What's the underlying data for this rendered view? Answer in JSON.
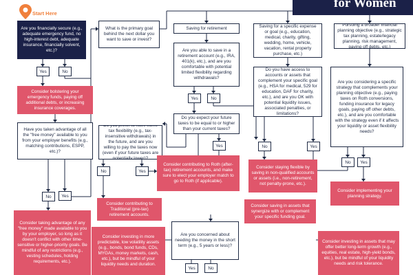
{
  "header": {
    "title_fragment": "for Women"
  },
  "start": {
    "label": "Start Here"
  },
  "boxes": {
    "financially_secure": "Are you financially secure (e.g., adequate emergency fund, no high-interest debt, adequate insurance, financially solvent, etc.)?",
    "bolster_emergency": "Consider bolstering your emergency funds, paying off additional debts, or increasing insurance coverages.",
    "free_money_q": "Have you taken advantage of all the \"free money\" available to you from your employer benefits (e.g., matching contributions, ESPP, etc.)?",
    "free_money_advice": "Consider taking advantage of any \"free money\" made available to you by your employer, so long as it doesn't conflict with other time-sensitive or higher-priority goals. Be mindful of any restrictions (e.g., vesting schedules, holding requirements, etc.).",
    "primary_goal": "What is the primary goal behind the next dollar you want to save or invest?",
    "saving_retirement": "Saving for retirement",
    "specific_goal": "Saving for a specific expense or goal (e.g., education, medical, charity, gifting, wedding, home, vehicle, vacation, rental property purchase, etc.)",
    "broader_objective": "Pursuing a broader financial planning objective (e.g., strategic tax planning, estate/legacy planning, risk management, paying off debts, etc.)",
    "save_in_retirement": "Are you able to save in a retirement account (e.g., IRA, 401(k), etc.), and are you comfortable with potential limited flexibility regarding withdrawals?",
    "access_accounts": "Do you have access to accounts or assets that complement your specific goal (e.g., HSA for medical, 529 for education, DAF for charity, etc.), and are you OK with potential liquidity issues, associated penalties, or limitations?",
    "specific_strategy": "Are you considering a specific strategy that complements your planning objective (e.g., paying taxes on Roth conversions, funding insurance for legacy goals, paying off other debts, etc.), and are you comfortable with the strategy even if it affects your liquidity or asset flexibility needs?",
    "future_taxes": "Do you expect your future taxes to be equal to or higher than your current taxes?",
    "tax_flexibility": "Do you prefer to have some tax flexibility (e.g., tax-insensitive withdrawals) in the future, and are you willing to pay the taxes now (even if your future taxes are potentially lower)?",
    "roth_advice": "Consider contributing to Roth (after-tax) retirement accounts, and make sure to elect your employer match to go to Roth (if applicable).",
    "traditional_advice": "Consider contributing to Traditional (pre-tax) retirement accounts.",
    "stay_flexible": "Consider staying flexible by saving in non-qualified accounts or assets (i.e., non-retirement, not penalty-prone, etc.).",
    "synergize_assets": "Consider saving in assets that synergize with or complement your specific funding goal.",
    "implement_strategy": "Consider implementing your planning strategy.",
    "concerned_short_term": "Are you concerned about needing the money in the short term (e.g., 5 years or less)?",
    "predictable_assets": "Consider investing in more predictable, low volatility assets (e.g., bonds, bond funds, CDs, MYGAs, money markets, cash, etc.), but be mindful of your liquidity needs and duration.",
    "higher_growth": "Consider investing in assets that may offer better long-term growth (e.g., equities, real estate, high-yield bonds, etc.), but be mindful of your liquidity needs and risk tolerance."
  },
  "answers": {
    "yes": "Yes",
    "no": "No"
  },
  "colors": {
    "navy": "#1b2148",
    "pink": "#e0566b",
    "orange": "#f0803c",
    "line": "#1f2a44"
  }
}
